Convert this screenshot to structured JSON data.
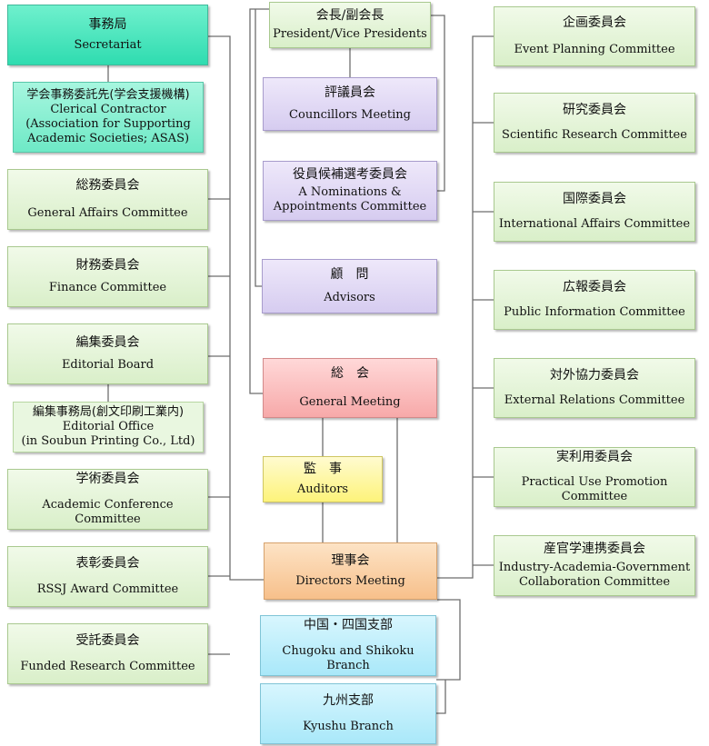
{
  "boxes": {
    "secretariat": {
      "jp": "事務局",
      "en": "Secretariat"
    },
    "clerical": {
      "jp": "学会事務委託先(学会支援機構)",
      "en1": "Clerical Contractor",
      "en2": "(Association for Supporting",
      "en3": "Academic Societies; ASAS)"
    },
    "general_affairs": {
      "jp": "総務委員会",
      "en": "General Affairs Committee"
    },
    "finance": {
      "jp": "財務委員会",
      "en": "Finance Committee"
    },
    "editorial_board": {
      "jp": "編集委員会",
      "en": "Editorial Board"
    },
    "editorial_office": {
      "jp": "編集事務局(創文印刷工業内)",
      "en1": "Editorial Office",
      "en2": "(in Soubun Printing Co., Ltd)"
    },
    "academic_conf": {
      "jp": "学術委員会",
      "en": "Academic Conference Committee"
    },
    "award": {
      "jp": "表彰委員会",
      "en": "RSSJ Award Committee"
    },
    "funded": {
      "jp": "受託委員会",
      "en": "Funded Research Committee"
    },
    "president": {
      "jp": "会長/副会長",
      "en": "President/Vice Presidents"
    },
    "councillors": {
      "jp": "評議員会",
      "en": "Councillors Meeting"
    },
    "nominations": {
      "jp": "役員候補選考委員会",
      "en1": "A Nominations &",
      "en2": "Appointments Committee"
    },
    "advisors": {
      "jp": "顧　問",
      "en": "Advisors"
    },
    "general_meeting": {
      "jp": "総　会",
      "en": "General Meeting"
    },
    "auditors": {
      "jp": "監　事",
      "en": "Auditors"
    },
    "directors": {
      "jp": "理事会",
      "en": "Directors Meeting"
    },
    "chugoku": {
      "jp": "中国・四国支部",
      "en": "Chugoku and Shikoku Branch"
    },
    "kyushu": {
      "jp": "九州支部",
      "en": "Kyushu Branch"
    },
    "event": {
      "jp": "企画委員会",
      "en": "Event Planning Committee"
    },
    "research": {
      "jp": "研究委員会",
      "en": "Scientific Research Committee"
    },
    "international": {
      "jp": "国際委員会",
      "en": "International Affairs Committee"
    },
    "public_info": {
      "jp": "広報委員会",
      "en": "Public Information Committee"
    },
    "external": {
      "jp": "対外協力委員会",
      "en": "External Relations Committee"
    },
    "practical": {
      "jp": "実利用委員会",
      "en": "Practical Use Promotion Committee"
    },
    "industry": {
      "jp": "産官学連携委員会",
      "en1": "Industry-Academia-Government",
      "en2": "Collaboration Committee"
    }
  }
}
